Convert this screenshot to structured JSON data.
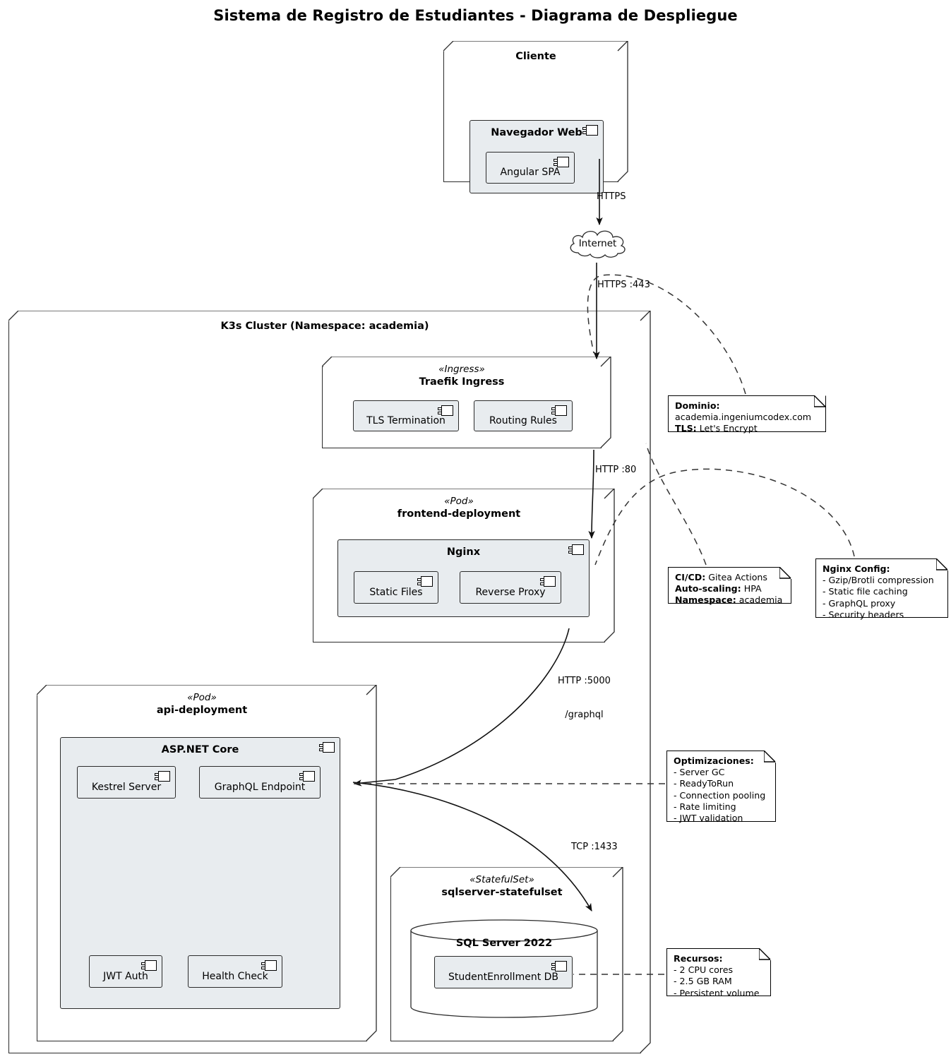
{
  "title": "Sistema de Registro de Estudiantes - Diagrama de Despliegue",
  "colors": {
    "component_fill": "#e8ecef",
    "stroke": "#2b2b2b",
    "note_fill": "#ffffff",
    "background": "#ffffff"
  },
  "nodes": {
    "cliente": {
      "name": "Cliente",
      "browser": {
        "name": "Navegador Web",
        "icon": "component-icon"
      },
      "spa": {
        "name": "Angular SPA",
        "icon": "component-icon"
      }
    },
    "cloud": {
      "label": "Internet",
      "icon": "cloud-icon"
    },
    "cluster": {
      "name": "K3s Cluster (Namespace: academia)"
    },
    "ingress": {
      "stereotype": "«Ingress»",
      "name": "Traefik Ingress",
      "components": [
        {
          "label": "TLS Termination",
          "icon": "component-icon"
        },
        {
          "label": "Routing Rules",
          "icon": "component-icon"
        }
      ]
    },
    "frontend": {
      "stereotype": "«Pod»",
      "name": "frontend-deployment",
      "container": {
        "name": "Nginx",
        "icon": "component-icon"
      },
      "components": [
        {
          "label": "Static Files",
          "icon": "component-icon"
        },
        {
          "label": "Reverse Proxy",
          "icon": "component-icon"
        }
      ]
    },
    "api": {
      "stereotype": "«Pod»",
      "name": "api-deployment",
      "container": {
        "name": "ASP.NET Core",
        "icon": "component-icon"
      },
      "components": [
        {
          "label": "Kestrel Server",
          "icon": "component-icon"
        },
        {
          "label": "GraphQL Endpoint",
          "icon": "component-icon"
        },
        {
          "label": "JWT Auth",
          "icon": "component-icon"
        },
        {
          "label": "Health Check",
          "icon": "component-icon"
        }
      ]
    },
    "database": {
      "stereotype": "«StatefulSet»",
      "name": "sqlserver-statefulset",
      "cylinder": {
        "name": "SQL Server 2022",
        "icon": "database-cylinder-icon"
      },
      "components": [
        {
          "label": "StudentEnrollment DB",
          "icon": "component-icon"
        }
      ]
    }
  },
  "edges": [
    {
      "id": "browser-to-internet",
      "label": "HTTPS"
    },
    {
      "id": "internet-to-ingress",
      "label": "HTTPS :443"
    },
    {
      "id": "ingress-to-nginx",
      "label": "HTTP :80"
    },
    {
      "id": "nginx-to-api",
      "label": "HTTP :5000\n/graphql",
      "line1": "HTTP :5000",
      "line2": "/graphql"
    },
    {
      "id": "api-to-db",
      "label": "TCP :1433"
    }
  ],
  "notes": [
    {
      "id": "dominio-note",
      "lines": [
        {
          "bold": "Dominio:",
          "text": ""
        },
        {
          "bold": "",
          "text": "academia.ingeniumcodex.com"
        },
        {
          "bold": "TLS:",
          "text": " Let's Encrypt"
        }
      ]
    },
    {
      "id": "cicd-note",
      "lines": [
        {
          "bold": "CI/CD:",
          "text": " Gitea Actions"
        },
        {
          "bold": "Auto-scaling:",
          "text": " HPA"
        },
        {
          "bold": "Namespace:",
          "text": " academia"
        }
      ]
    },
    {
      "id": "nginx-config-note",
      "lines": [
        {
          "bold": "Nginx Config:",
          "text": ""
        },
        {
          "bold": "",
          "text": "- Gzip/Brotli compression"
        },
        {
          "bold": "",
          "text": "- Static file caching"
        },
        {
          "bold": "",
          "text": "- GraphQL proxy"
        },
        {
          "bold": "",
          "text": "- Security headers"
        }
      ]
    },
    {
      "id": "optimizaciones-note",
      "lines": [
        {
          "bold": "Optimizaciones:",
          "text": ""
        },
        {
          "bold": "",
          "text": "- Server GC"
        },
        {
          "bold": "",
          "text": "- ReadyToRun"
        },
        {
          "bold": "",
          "text": "- Connection pooling"
        },
        {
          "bold": "",
          "text": "- Rate limiting"
        },
        {
          "bold": "",
          "text": "- JWT validation"
        }
      ]
    },
    {
      "id": "recursos-note",
      "lines": [
        {
          "bold": "Recursos:",
          "text": ""
        },
        {
          "bold": "",
          "text": "- 2 CPU cores"
        },
        {
          "bold": "",
          "text": "- 2.5 GB RAM"
        },
        {
          "bold": "",
          "text": "- Persistent volume"
        }
      ]
    }
  ]
}
